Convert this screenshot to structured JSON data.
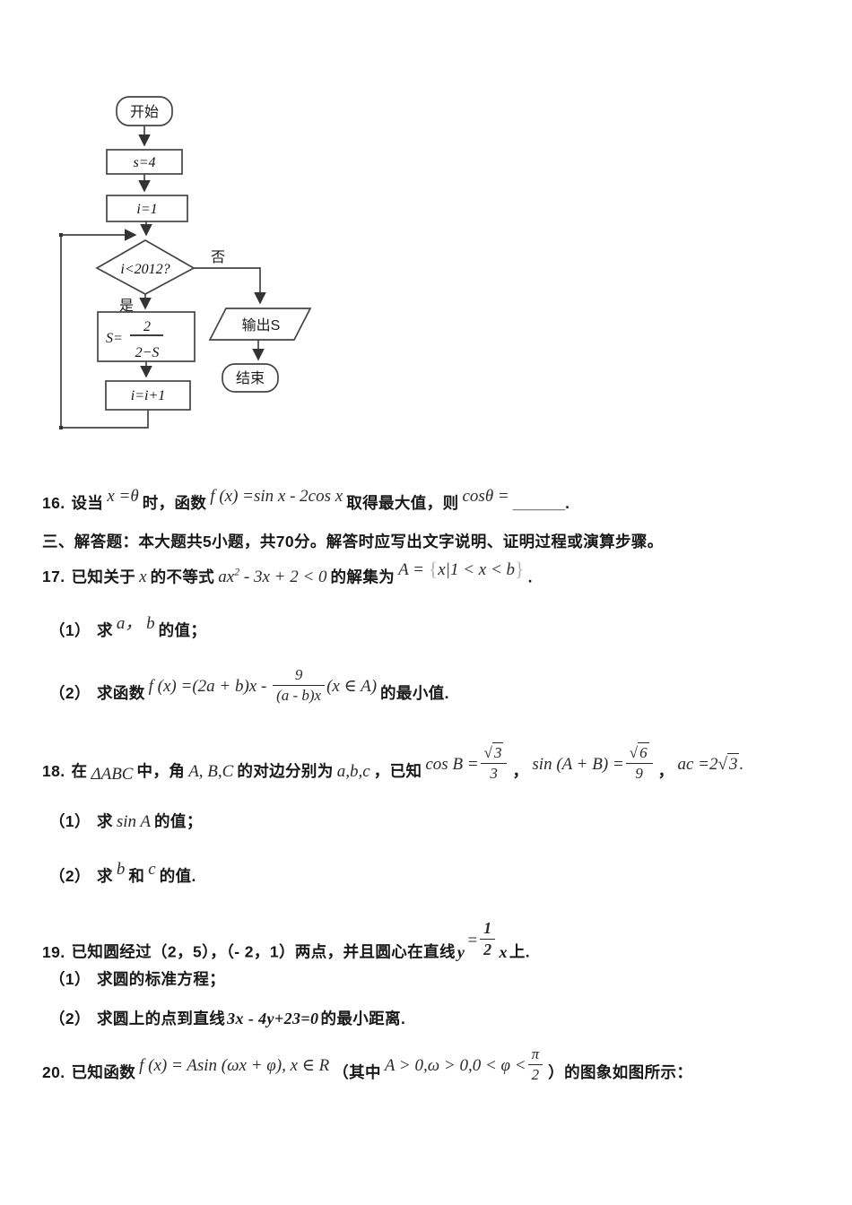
{
  "colors": {
    "ink": "#1c1c1c",
    "math_ink": "#2a2a2a",
    "flow_stroke": "#444444",
    "brace": "#b5b5b5"
  },
  "sym": {
    "sqrt": "√"
  },
  "flowchart": {
    "start": "开始",
    "init_s": "s=4",
    "init_i": "i=1",
    "condition": "i<2012?",
    "label_no": "否",
    "label_yes": "是",
    "assign_prefix": "S=",
    "assign_numerator": "2",
    "assign_denominator": "2−S",
    "increment": "i=i+1",
    "output": "输出S",
    "end": "结束"
  },
  "q16": {
    "num": "16.",
    "t1": "设当",
    "m1": "x =θ",
    "t2": "时，函数",
    "m2": "f (x) =sin x - 2cos x",
    "t3": "取得最大值，则",
    "m3": "cosθ =",
    "blank": "______",
    "end": "."
  },
  "section3": {
    "title": "三、解答题：本大题共5小题，共70分。解答时应写出文字说明、证明过程或演算步骤。"
  },
  "q17": {
    "num": "17.",
    "t1": "已知关于",
    "m1": "x",
    "t2": "的不等式",
    "m2a": "ax",
    "m2sup": "2",
    "m2b": " - 3x + 2 < 0",
    "t3": "的解集为",
    "m3a": "A =",
    "brace_open": "{",
    "m3b": "x",
    "pipe": "|",
    "m3c": "1 < x < b",
    "brace_close": "}",
    "end": "."
  },
  "q17_1": {
    "num": "（1）",
    "t1": "求",
    "m1": "a， b",
    "t2": "的值；"
  },
  "q17_2": {
    "num": "（2）",
    "t1": "求函数",
    "m_pre": "f (x) =(2a + b)x - ",
    "frac_num": "9",
    "frac_den": "(a - b)x",
    "m_post": "(x ∈ A)",
    "t2": "的最小值."
  },
  "q18": {
    "num": "18.",
    "t1": "在",
    "m1": "ΔABC",
    "t2": "中，角",
    "m2": "A, B,C",
    "t3": "的对边分别为",
    "m3": "a,b,c",
    "t4": "，已知",
    "m4": "cos B =",
    "f1_num_rad": "3",
    "f1_den": "3",
    "t5": "，",
    "m5": "sin (A + B) =",
    "f2_num_rad": "6",
    "f2_den": "9",
    "t6": "，",
    "m6": "ac =2",
    "m6_rad": "3",
    "end": "."
  },
  "q18_1": {
    "num": "（1）",
    "t1": "求",
    "m1": "sin A",
    "t2": "的值；"
  },
  "q18_2": {
    "num": "（2）",
    "t1": "求",
    "m1": "b",
    "t2": "和",
    "m2": "c",
    "t3": "的值."
  },
  "q19": {
    "num": "19.",
    "t1": "已知圆经过（2，5），（- 2，1）两点，并且圆心在直线",
    "m1": "y",
    "eq": "=",
    "frac_num": "1",
    "frac_den": "2",
    "m2": "x",
    "t2": "上."
  },
  "q19_1": {
    "num": "（1）",
    "t1": "求圆的标准方程；"
  },
  "q19_2": {
    "num": "（2）",
    "t1": "求圆上的点到直线",
    "m1": "3x - 4y+23=0",
    "t2": "的最小距离."
  },
  "q20": {
    "num": "20.",
    "t1": "已知函数",
    "m1": "f (x) = Asin (ωx + φ), x ∈ R",
    "t2": "（其中",
    "m2": "A > 0,ω > 0,0 < φ <",
    "frac_num": "π",
    "frac_den": "2",
    "t3": "）的图象如图所示："
  }
}
